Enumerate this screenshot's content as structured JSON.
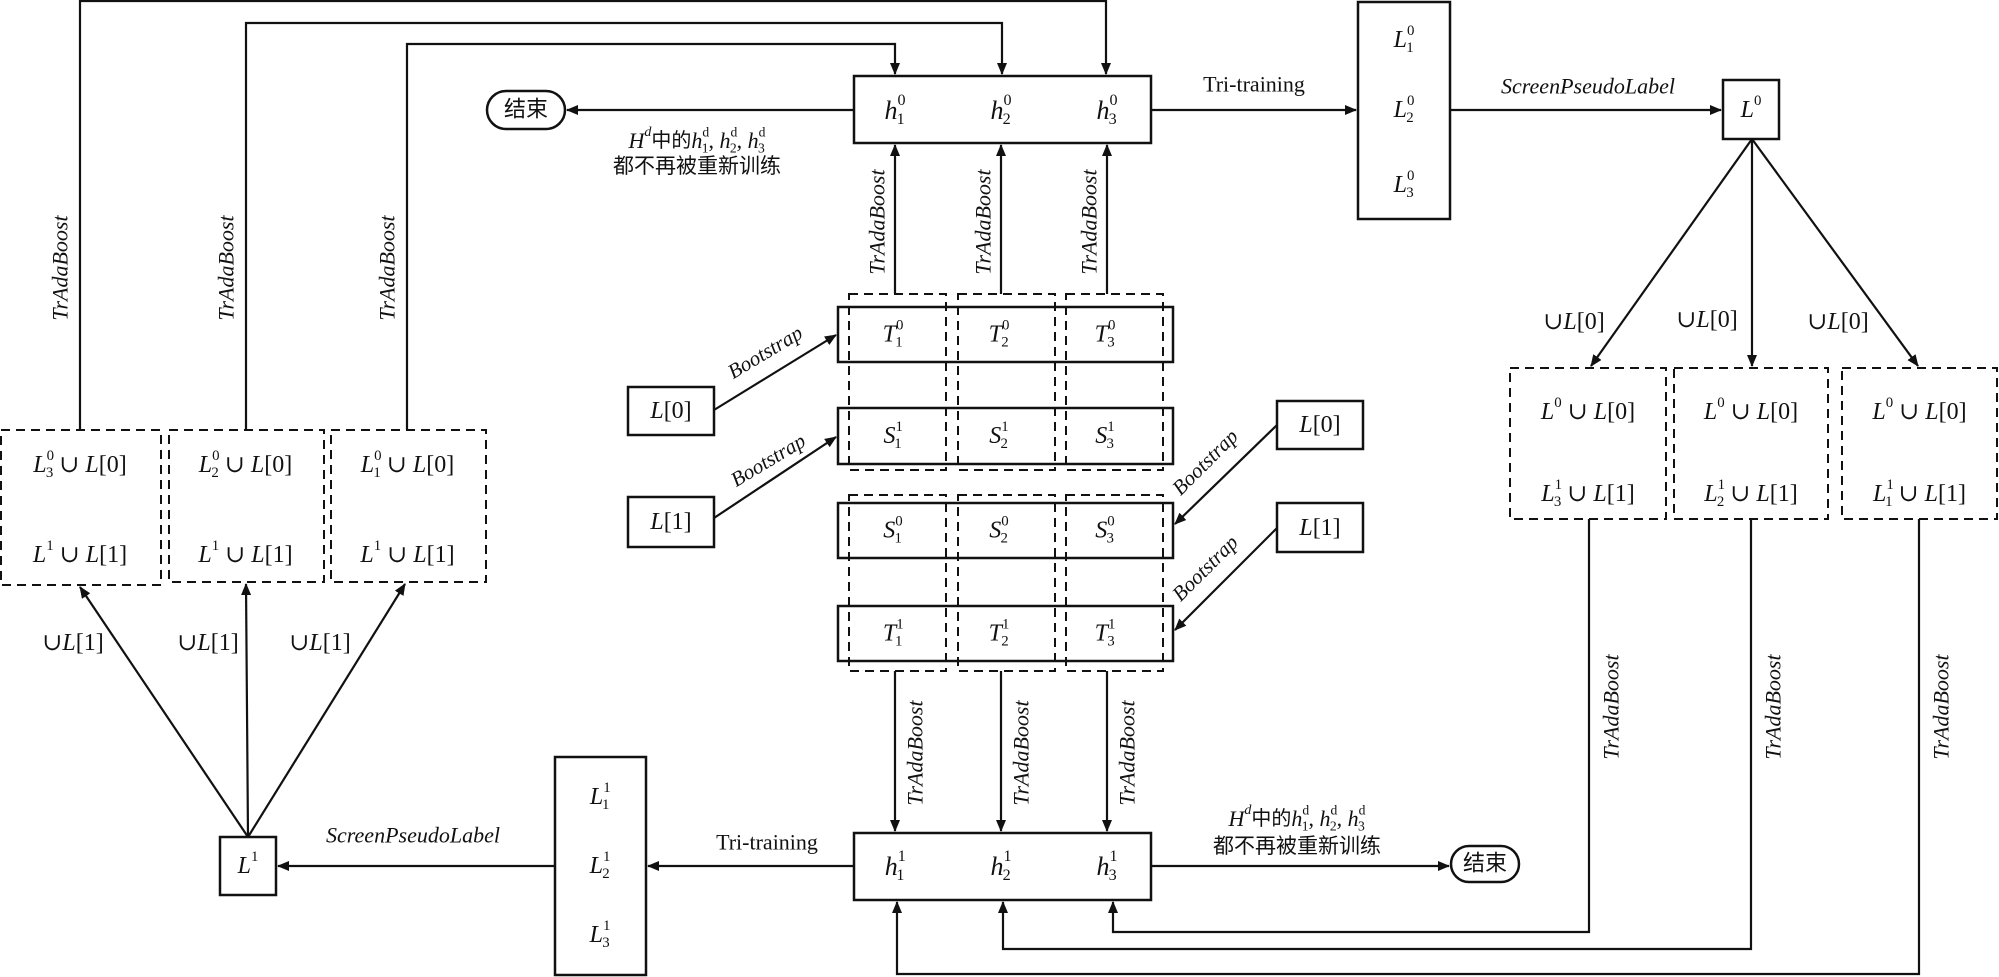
{
  "diagram": {
    "title": "",
    "labels": {
      "tri_training": "Tri-training",
      "screen_pseudo_label": "ScreenPseudoLabel",
      "tradaboost": "TrAdaBoost",
      "bootstrap": "Bootstrap",
      "union_L0": "∪L[0]",
      "union_L1": "∪L[1]",
      "end": "结束",
      "stop_line1_prefix": "H",
      "stop_line1_sup": "d",
      "stop_line1_mid": "中的",
      "stop_line2": "都不再被重新训练"
    },
    "h0_box": {
      "items": [
        {
          "base": "h",
          "sub": "1",
          "sup": "0"
        },
        {
          "base": "h",
          "sub": "2",
          "sup": "0"
        },
        {
          "base": "h",
          "sub": "3",
          "sup": "0"
        }
      ]
    },
    "h1_box": {
      "items": [
        {
          "base": "h",
          "sub": "1",
          "sup": "1"
        },
        {
          "base": "h",
          "sub": "2",
          "sup": "1"
        },
        {
          "base": "h",
          "sub": "3",
          "sup": "1"
        }
      ]
    },
    "hd_items": [
      {
        "base": "h",
        "sub": "1",
        "sup": "d"
      },
      {
        "base": "h",
        "sub": "2",
        "sup": "d"
      },
      {
        "base": "h",
        "sub": "3",
        "sup": "d"
      }
    ],
    "L0_set": {
      "items": [
        {
          "base": "L",
          "sub": "1",
          "sup": "0"
        },
        {
          "base": "L",
          "sub": "2",
          "sup": "0"
        },
        {
          "base": "L",
          "sub": "3",
          "sup": "0"
        }
      ]
    },
    "L1_set": {
      "items": [
        {
          "base": "L",
          "sub": "1",
          "sup": "1"
        },
        {
          "base": "L",
          "sub": "2",
          "sup": "1"
        },
        {
          "base": "L",
          "sub": "3",
          "sup": "1"
        }
      ]
    },
    "L0_merged": {
      "base": "L",
      "sup": "0"
    },
    "L1_merged": {
      "base": "L",
      "sup": "1"
    },
    "source_boxes": {
      "L0": "L[0]",
      "L1": "L[1]"
    },
    "rows": {
      "T0": [
        {
          "base": "T",
          "sub": "1",
          "sup": "0"
        },
        {
          "base": "T",
          "sub": "2",
          "sup": "0"
        },
        {
          "base": "T",
          "sub": "3",
          "sup": "0"
        }
      ],
      "S1": [
        {
          "base": "S",
          "sub": "1",
          "sup": "1"
        },
        {
          "base": "S",
          "sub": "2",
          "sup": "1"
        },
        {
          "base": "S",
          "sub": "3",
          "sup": "1"
        }
      ],
      "S0": [
        {
          "base": "S",
          "sub": "1",
          "sup": "0"
        },
        {
          "base": "S",
          "sub": "2",
          "sup": "0"
        },
        {
          "base": "S",
          "sub": "3",
          "sup": "0"
        }
      ],
      "T1": [
        {
          "base": "T",
          "sub": "1",
          "sup": "1"
        },
        {
          "base": "T",
          "sub": "2",
          "sup": "1"
        },
        {
          "base": "T",
          "sub": "3",
          "sup": "1"
        }
      ]
    },
    "left_groups": [
      {
        "top": {
          "base": "L",
          "sub": "3",
          "sup": "0",
          "rest": " ∪ L[0]"
        },
        "bottom": {
          "base": "L",
          "sub": "",
          "sup": "1",
          "rest": " ∪ L[1]"
        }
      },
      {
        "top": {
          "base": "L",
          "sub": "2",
          "sup": "0",
          "rest": " ∪ L[0]"
        },
        "bottom": {
          "base": "L",
          "sub": "",
          "sup": "1",
          "rest": " ∪ L[1]"
        }
      },
      {
        "top": {
          "base": "L",
          "sub": "1",
          "sup": "0",
          "rest": " ∪ L[0]"
        },
        "bottom": {
          "base": "L",
          "sub": "",
          "sup": "1",
          "rest": " ∪ L[1]"
        }
      }
    ],
    "right_groups": [
      {
        "top": {
          "base": "L",
          "sub": "",
          "sup": "0",
          "rest": " ∪ L[0]"
        },
        "bottom": {
          "base": "L",
          "sub": "3",
          "sup": "1",
          "rest": " ∪ L[1]"
        }
      },
      {
        "top": {
          "base": "L",
          "sub": "",
          "sup": "0",
          "rest": " ∪ L[0]"
        },
        "bottom": {
          "base": "L",
          "sub": "2",
          "sup": "1",
          "rest": " ∪ L[1]"
        }
      },
      {
        "top": {
          "base": "L",
          "sub": "",
          "sup": "0",
          "rest": " ∪ L[0]"
        },
        "bottom": {
          "base": "L",
          "sub": "1",
          "sup": "1",
          "rest": " ∪ L[1]"
        }
      }
    ]
  }
}
